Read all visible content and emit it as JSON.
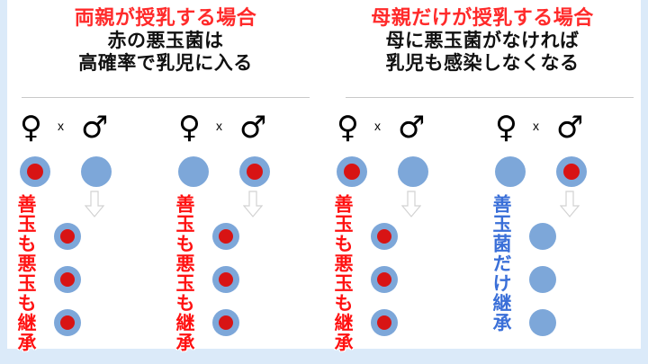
{
  "theme": {
    "frame_color": "#dbeaf9",
    "card_color": "#ffffff",
    "title_accent_color": "#ff2a2a",
    "title_body_color": "#111111",
    "cell_body_color": "#7da7d9",
    "cell_nucleus_color": "#d81414",
    "caption_red_color": "#ff1111",
    "caption_blue_color": "#3a6fd8",
    "divider_color": "#c9c9c9"
  },
  "panels": [
    {
      "id": "both-parents-nursing",
      "title_main": "両親が授乳する場合",
      "title_sub_line1": "赤の悪玉菌は",
      "title_sub_line2": "高確率で乳児に入る",
      "columns": [
        {
          "id": "case-mother-bad",
          "female_symbol": "♀",
          "cross_symbol": "x",
          "male_symbol": "♂",
          "mother_has_bad": true,
          "father_has_bad": false,
          "arrow": "down-arrow",
          "children_have_bad": [
            true,
            true,
            true
          ],
          "caption": "善玉も悪玉も継承",
          "caption_color": "red"
        },
        {
          "id": "case-father-bad",
          "female_symbol": "♀",
          "cross_symbol": "x",
          "male_symbol": "♂",
          "mother_has_bad": false,
          "father_has_bad": true,
          "arrow": "down-arrow",
          "children_have_bad": [
            true,
            true,
            true
          ],
          "caption": "善玉も悪玉も継承",
          "caption_color": "red"
        }
      ]
    },
    {
      "id": "mother-only-nursing",
      "title_main": "母親だけが授乳する場合",
      "title_sub_line1": "母に悪玉菌がなければ",
      "title_sub_line2": "乳児も感染しなくなる",
      "columns": [
        {
          "id": "case-mother-bad-only",
          "female_symbol": "♀",
          "cross_symbol": "x",
          "male_symbol": "♂",
          "mother_has_bad": true,
          "father_has_bad": false,
          "arrow": "down-arrow",
          "children_have_bad": [
            true,
            true,
            true
          ],
          "caption": "善玉も悪玉も継承",
          "caption_color": "red"
        },
        {
          "id": "case-father-bad-only",
          "female_symbol": "♀",
          "cross_symbol": "x",
          "male_symbol": "♂",
          "mother_has_bad": false,
          "father_has_bad": true,
          "arrow": "down-arrow",
          "children_have_bad": [
            false,
            false,
            false
          ],
          "caption": "善玉菌だけ継承",
          "caption_color": "blue"
        }
      ]
    }
  ]
}
